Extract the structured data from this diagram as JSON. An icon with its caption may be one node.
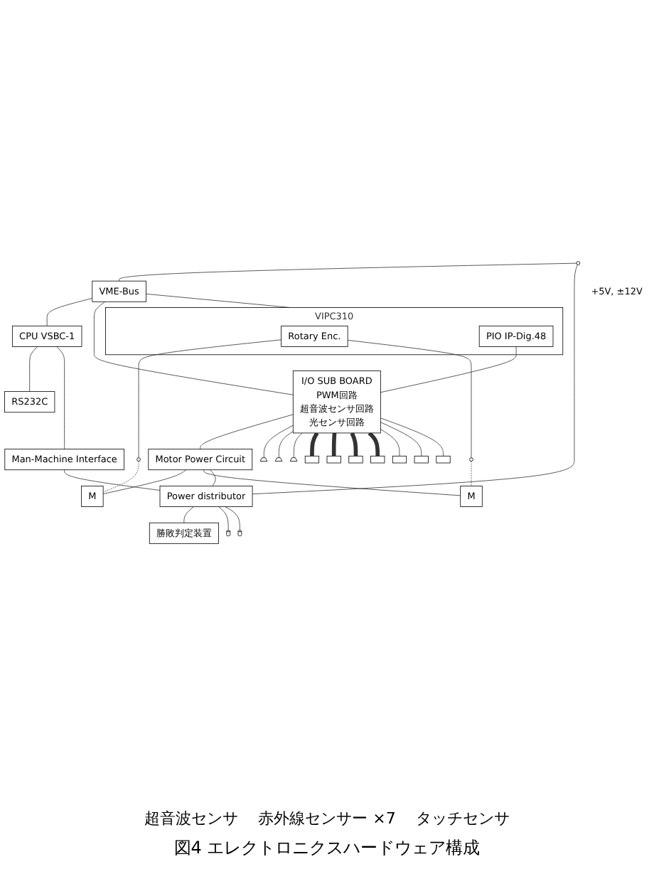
{
  "diagram": {
    "caption": "図4 エレクトロニクスハードウェア構成",
    "nodes": [
      {
        "text": [
          "CPU VSBC-1"
        ]
      },
      {
        "text": [
          "RS232C"
        ]
      },
      {
        "text": [
          "Man-Machine Interface"
        ]
      },
      {
        "text": [
          "VIPC310"
        ]
      },
      {
        "text": [
          "Rotary Enc."
        ],
        "in": 3
      },
      {
        "text": [
          "PIO IP-Dig.48"
        ],
        "in": 3
      },
      {
        "text": [],
        "shape": "circle"
      },
      {
        "text": [],
        "shape": "circle"
      },
      {
        "text": [
          "Motor Power Circuit"
        ]
      },
      {
        "text": [
          "M"
        ]
      },
      {
        "text": [
          "M"
        ]
      },
      {
        "text": [
          "I/O SUB BOARD",
          "PWM回路",
          "超音波センサ回路",
          "光センサ回路"
        ]
      },
      {
        "text": [],
        "shape": "trapezoid"
      },
      {
        "text": [],
        "shape": "trapezoid"
      },
      {
        "text": [],
        "shape": "trapezoid"
      },
      {
        "text": [],
        "shape": "box"
      },
      {
        "text": [],
        "shape": "box"
      },
      {
        "text": [],
        "shape": "box"
      },
      {
        "text": [],
        "shape": "box"
      },
      {
        "text": [
          "VME-Bus"
        ]
      },
      {
        "text": [],
        "shape": "circle",
        "beside": [
          "+5V, ±12V"
        ]
      },
      {
        "text": [
          "Power distributor"
        ]
      },
      {
        "text": [
          "勝敗判定装置"
        ]
      },
      {
        "text": [],
        "shape": "box"
      },
      {
        "text": [],
        "shape": "box"
      },
      {
        "text": [],
        "shape": "box"
      },
      {
        "text": [],
        "shape": "battery"
      },
      {
        "text": [],
        "shape": "battery"
      }
    ],
    "edges": [
      {
        "from": 19,
        "to": 0,
        "arrow": "none"
      },
      {
        "from": 0,
        "to": 1,
        "arrow": "none"
      },
      {
        "from": 0,
        "to": 2,
        "arrow": "none"
      },
      {
        "from": 19,
        "to": 3,
        "arrow": "none"
      },
      {
        "from": 4,
        "to": 6,
        "arrow": "none"
      },
      {
        "from": 4,
        "to": 7,
        "arrow": "none"
      },
      {
        "from": 6,
        "to": 9,
        "arrow": "none",
        "style": "dashed"
      },
      {
        "from": 7,
        "to": 10,
        "arrow": "none",
        "style": "dashed"
      },
      {
        "from": 5,
        "to": 11,
        "arrow": "none"
      },
      {
        "from": 19,
        "to": 11,
        "arrow": "none"
      },
      {
        "from": 11,
        "to": 8,
        "arrow": "none"
      },
      {
        "from": 8,
        "to": 9,
        "arrow": "none"
      },
      {
        "from": 8,
        "to": 10,
        "arrow": "none"
      },
      {
        "from": 11,
        "to": 12,
        "arrow": "none"
      },
      {
        "from": 11,
        "to": 13,
        "arrow": "none"
      },
      {
        "from": 11,
        "to": 14,
        "arrow": "none"
      },
      {
        "from": 11,
        "to": 15,
        "arrow": "none",
        "style": "thick"
      },
      {
        "from": 11,
        "to": 16,
        "arrow": "none",
        "style": "thick"
      },
      {
        "from": 11,
        "to": 17,
        "arrow": "none",
        "style": "thick"
      },
      {
        "from": 11,
        "to": 18,
        "arrow": "none",
        "style": "thick"
      },
      {
        "from": 11,
        "to": 23,
        "arrow": "none"
      },
      {
        "from": 11,
        "to": 24,
        "arrow": "none"
      },
      {
        "from": 11,
        "to": 25,
        "arrow": "none"
      },
      {
        "from": 20,
        "to": 19,
        "arrow": "none"
      },
      {
        "from": 20,
        "to": 21,
        "arrow": "none"
      },
      {
        "from": 8,
        "to": 21,
        "arrow": "none"
      },
      {
        "from": 2,
        "to": 21,
        "arrow": "none"
      },
      {
        "from": 21,
        "to": 22,
        "arrow": "none"
      },
      {
        "from": 21,
        "to": 26,
        "arrow": "none"
      },
      {
        "from": 21,
        "to": 27,
        "arrow": "none"
      }
    ],
    "labels": [
      "超音波センサ",
      "赤外線センサー ×7",
      "タッチセンサ"
    ]
  }
}
